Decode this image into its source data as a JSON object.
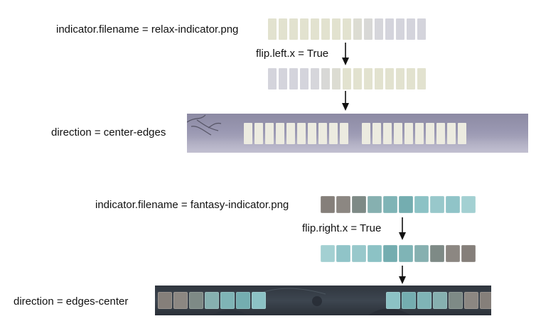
{
  "labels": {
    "relax_filename": "indicator.filename = relax-indicator.png",
    "flip_left": "flip.left.x = True",
    "direction_center_edges": "direction = center-edges",
    "fantasy_filename": "indicator.filename = fantasy-indicator.png",
    "flip_right": "flip.right.x = True",
    "direction_edges_center": "direction = edges-center"
  },
  "colors": {
    "relax_cell": "#e2e2cf",
    "relax_cell_grey": "#d4d4dc",
    "relax_banner_cell": "#ecebe0",
    "fantasy_grey": "#8a857f",
    "fantasy_teal": "#8fc4c8",
    "arrow": "#111111"
  },
  "icons": {
    "arrow": "arrow-down-icon"
  }
}
